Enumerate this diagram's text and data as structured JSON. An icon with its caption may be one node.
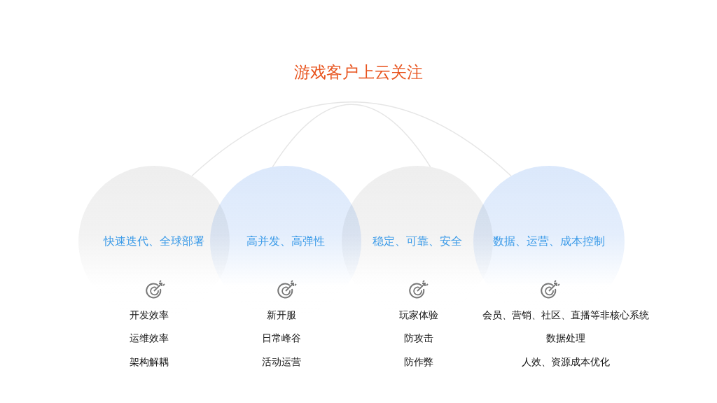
{
  "diagram": {
    "title": "游戏客户上云关注",
    "nodes": [
      {
        "text": [
          "快速迭代、全球部署"
        ]
      },
      {
        "text": [
          "高并发、高弹性"
        ]
      },
      {
        "text": [
          "稳定、可靠、安全"
        ]
      },
      {
        "text": [
          "数据、运营、成本控制"
        ]
      }
    ],
    "edges": [
      {
        "from": 0,
        "to": 3,
        "arrow": "none"
      },
      {
        "from": 1,
        "to": 2,
        "arrow": "none"
      }
    ],
    "labels": [
      "开发效率",
      "新开服",
      "玩家体验",
      "会员、营销、社区、直播等非核心系统",
      "运维效率",
      "日常峰谷",
      "防攻击",
      "数据处理",
      "架构解耦",
      "活动运营",
      "防作弊",
      "人效、资源成本优化"
    ]
  }
}
